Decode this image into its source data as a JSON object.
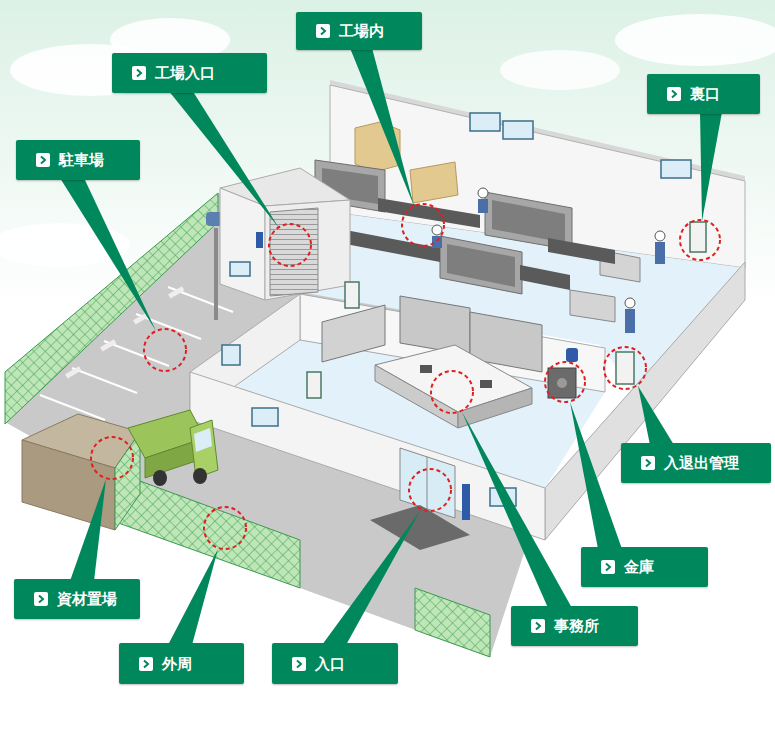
{
  "diagram": {
    "nodes": [
      {
        "text": [
          "工場内"
        ]
      },
      {
        "text": [
          "工場入口"
        ]
      },
      {
        "text": [
          "裏口"
        ]
      },
      {
        "text": [
          "駐車場"
        ]
      },
      {
        "text": [
          "入退出管理"
        ]
      },
      {
        "text": [
          "金庫"
        ]
      },
      {
        "text": [
          "資材置場"
        ]
      },
      {
        "text": [
          "事務所"
        ]
      },
      {
        "text": [
          "外周"
        ]
      },
      {
        "text": [
          "入口"
        ]
      }
    ]
  }
}
